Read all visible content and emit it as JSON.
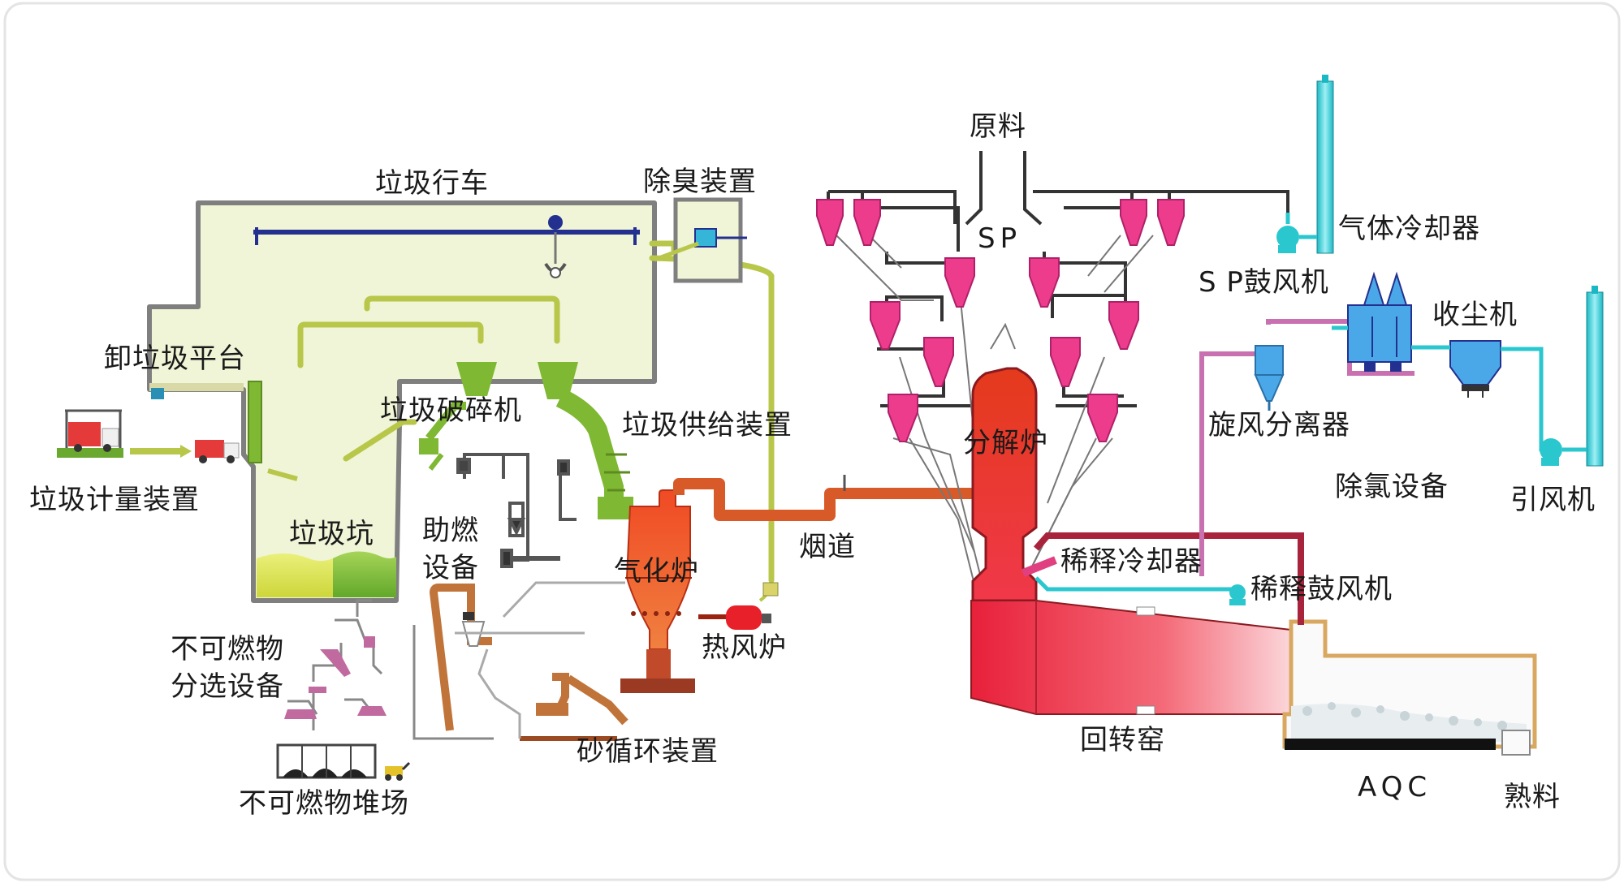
{
  "labels": {
    "garbage_crane": "垃圾行车",
    "deodorizer": "除臭装置",
    "unloading_platform": "卸垃圾平台",
    "weighing_device": "垃圾计量装置",
    "garbage_pit": "垃圾坑",
    "crusher": "垃圾破碎机",
    "feeding_device": "垃圾供给装置",
    "combustion_aid_line1": "助燃",
    "combustion_aid_line2": "设备",
    "gasifier": "气化炉",
    "hot_air_furnace": "热风炉",
    "flue": "烟道",
    "sand_circulation": "砂循环装置",
    "incombustible_sorting_line1": "不可燃物",
    "incombustible_sorting_line2": "分选设备",
    "incombustible_yard": "不可燃物堆场",
    "raw_material": "原料",
    "sp": "SP",
    "calciner": "分解炉",
    "dilution_cooler": "稀释冷却器",
    "dilution_fan": "稀释鼓风机",
    "rotary_kiln": "回转窑",
    "aqc": "AQC",
    "clinker": "熟料",
    "gas_cooler": "气体冷却器",
    "sp_fan": "S P鼓风机",
    "dust_collector": "收尘机",
    "cyclone_separator": "旋风分离器",
    "chlorine_removal": "除氯设备",
    "induced_draft_fan": "引风机"
  },
  "colors": {
    "building_fill": "#eff5d6",
    "building_stroke": "#7f7f7f",
    "pipe_olive": "#b8c74a",
    "equipment_green": "#7fb832",
    "crane_blue": "#23308f",
    "furnace_red": "#e8402a",
    "cyclone_pink": "#ee3c8c",
    "gas_line_cyan": "#2bc7cf",
    "bypass_pink": "#c870b0",
    "duct_maroon": "#a8243c",
    "kiln_red": "#f03d45",
    "kiln_frame_tan": "#d9a860"
  }
}
